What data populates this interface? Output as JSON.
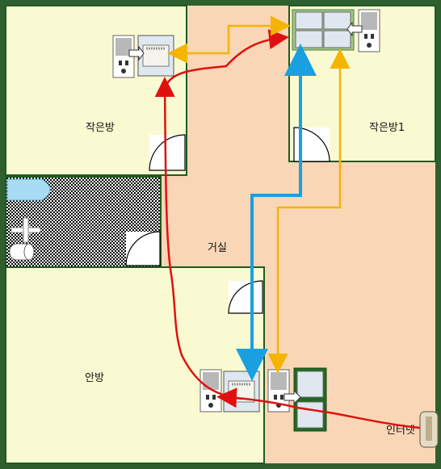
{
  "rooms": {
    "small_room": "작은방",
    "small_room_1": "작은방1",
    "living_room": "거실",
    "master_room": "안방"
  },
  "internet_label": "인터넷",
  "colors": {
    "wall": "#1f5a1f",
    "room_fill": "#fafad2",
    "living_fill": "#f9d6b6",
    "red_line": "#e01010",
    "blue_line": "#1aa0e0",
    "orange_line": "#f5b400"
  }
}
